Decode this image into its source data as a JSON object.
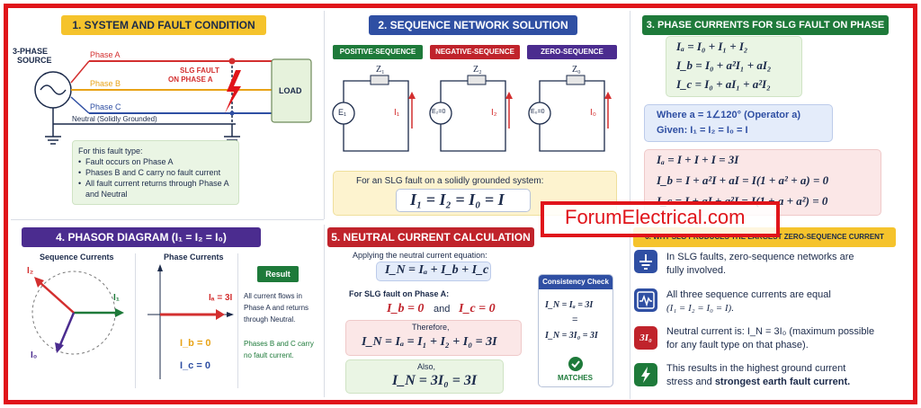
{
  "panel1": {
    "title": "1. SYSTEM AND FAULT CONDITION",
    "source_label_1": "3-PHASE",
    "source_label_2": "SOURCE",
    "phase_a": "Phase A",
    "phase_b": "Phase B",
    "phase_c": "Phase C",
    "fault_label_1": "SLG FAULT",
    "fault_label_2": "ON PHASE A",
    "load": "LOAD",
    "neutral": "Neutral (Solidly Grounded)",
    "note_heading": "For this fault type:",
    "note_items": [
      "Fault occurs on Phase A",
      "Phases B and C carry no fault current",
      "All fault current returns through Phase A",
      "and Neutral"
    ]
  },
  "panel2": {
    "title": "2. SEQUENCE NETWORK SOLUTION",
    "tag_pos": "POSITIVE-SEQUENCE",
    "tag_neg": "NEGATIVE-SEQUENCE",
    "tag_zero": "ZERO-SEQUENCE",
    "z1": "Z₁",
    "z2": "Z₂",
    "z0": "Z₀",
    "e1": "E₁",
    "e2": "E₂=0",
    "e0": "E₀=0",
    "i1": "I₁",
    "i2": "I₂",
    "i0": "I₀",
    "summary_text": "For an SLG fault on a solidly grounded system:",
    "summary_eq": "I₁ = I₂ = I₀ = I"
  },
  "panel3": {
    "title": "3. PHASE CURRENTS FOR SLG FAULT ON PHASE A",
    "eq1": "Iₐ = I₀ + I₁ + I₂",
    "eq2": "I_b = I₀ + a²I₁ + aI₂",
    "eq3": "I_c = I₀ + aI₁ + a²I₂",
    "where": "Where  a = 1∠120°  (Operator a)",
    "given": "Given:  I₁ = I₂ = I₀ = I",
    "res1": "Iₐ = I + I + I = 3I",
    "res2": "I_b = I + a²I + aI = I(1 + a² + a) = 0",
    "res3": "I_c = I + aI + a²I = I(1 + a + a²) = 0"
  },
  "panel4": {
    "title": "4. PHASOR DIAGRAM (I₁ = I₂ = I₀)",
    "seq_heading": "Sequence Currents",
    "phase_heading": "Phase Currents",
    "label_i1": "I₁",
    "label_i2": "I₂",
    "label_i0": "I₀",
    "label_ia": "Iₐ = 3I",
    "label_ib": "I_b = 0",
    "label_ic": "I_c = 0",
    "result_badge": "Result",
    "result_text_1": "All current flows in",
    "result_text_2": "Phase A and returns",
    "result_text_3": "through Neutral.",
    "result_note_1": "Phases B and C carry",
    "result_note_2": "no fault current."
  },
  "panel5": {
    "title": "5. NEUTRAL CURRENT CALCULATION",
    "applying": "Applying the neutral current equation:",
    "eq_neutral": "I_N = Iₐ + I_b + I_c",
    "for_slg": "For SLG fault on Phase A:",
    "ib0": "I_b = 0",
    "and": "and",
    "ic0": "I_c = 0",
    "therefore": "Therefore,",
    "eq_therefore": "I_N = Iₐ = I₁ + I₂ + I₀ = 3I",
    "also": "Also,",
    "eq_also": "I_N = 3I₀ = 3I",
    "check_title": "Consistency Check",
    "check_1": "I_N = Iₐ = 3I",
    "check_eq": "=",
    "check_2": "I_N = 3I₀ = 3I",
    "matches": "MATCHES"
  },
  "panel6": {
    "title": "6. WHY SLG PRODUCES THE LARGEST ZERO-SEQUENCE CURRENT",
    "item1_a": "In SLG faults, zero-sequence networks are",
    "item1_b": "fully involved.",
    "item2_a": "All three sequence currents are equal",
    "item2_b": "(I₁ = I₂ = I₀ = I).",
    "item3_icon": "3I₀",
    "item3_a": "Neutral current is:  I_N = 3I₀ (maximum possible",
    "item3_b": "for any fault type on that phase).",
    "item4_a": "This results in the highest ground current",
    "item4_b_1": "stress and ",
    "item4_b_2": "strongest earth fault current."
  },
  "watermark": "ForumElectrical.com",
  "colors": {
    "phase_a": "#d32f2f",
    "phase_b": "#e8a317",
    "phase_c": "#2f4fa3",
    "frame": "#e0141a",
    "green": "#1e7a3a"
  }
}
